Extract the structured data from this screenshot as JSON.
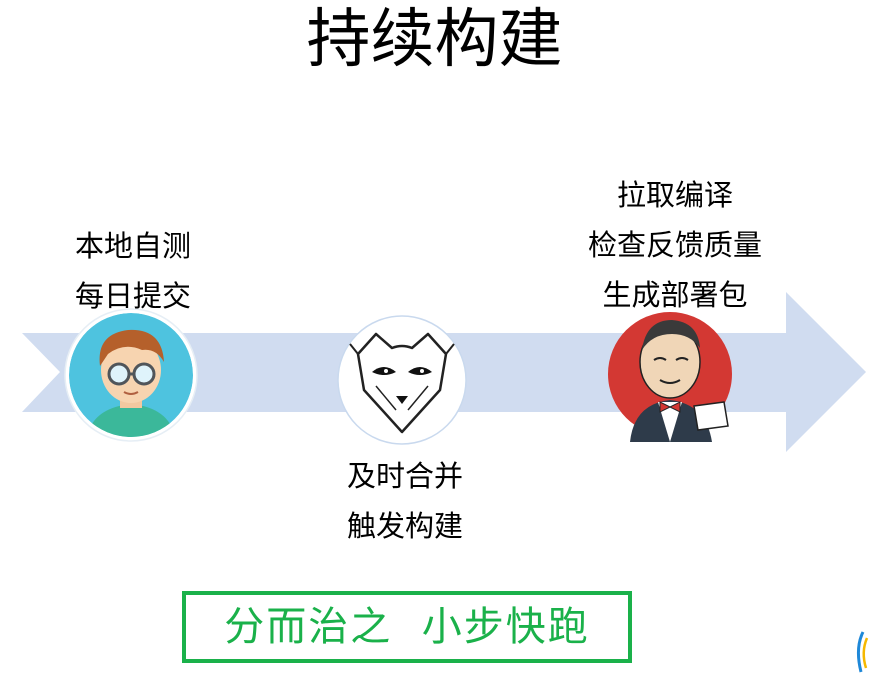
{
  "title": "持续构建",
  "stages": {
    "developer": {
      "lines": [
        "本地自测",
        "每日提交"
      ],
      "icon": "developer-avatar-icon"
    },
    "git": {
      "lines": [
        "及时合并",
        "触发构建"
      ],
      "icon": "git-cat-logo-icon"
    },
    "jenkins": {
      "lines": [
        "拉取编译",
        "检查反馈质量",
        "生成部署包"
      ],
      "icon": "jenkins-butler-logo-icon"
    }
  },
  "slogan": "分而治之  小步快跑",
  "colors": {
    "arrow": "#d0dcf0",
    "slogan": "#1ab14a",
    "jenkins_red": "#d33833",
    "avatar_bg": "#4ec3df"
  }
}
